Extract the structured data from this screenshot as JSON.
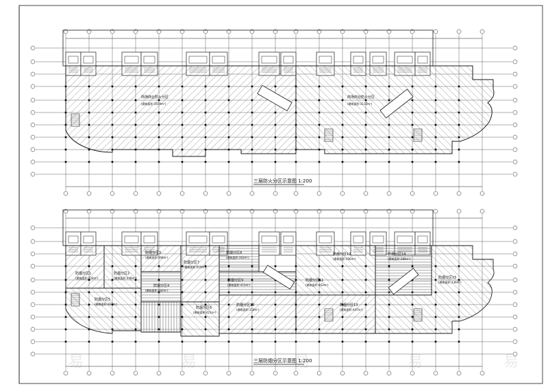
{
  "colors": {
    "line": "#1a1a1a",
    "hatch": "#6a6a6a",
    "column": "#000000",
    "background": "#ffffff",
    "watermark": "#d9d9d9"
  },
  "plan_top": {
    "title": "三层防火分区示意图 1:200",
    "zones": [
      {
        "name": "商场商业防火分区",
        "area": "(建筑面积:3659m²)"
      },
      {
        "name": "商场商业防火分区",
        "area": "(建筑面积:3116m²)"
      }
    ]
  },
  "plan_bottom": {
    "title": "三层防烟分区示意图 1:200",
    "zones": [
      {
        "name": "防烟分区1",
        "area": "(建筑面积:324m²)"
      },
      {
        "name": "防烟分区2",
        "area": "(建筑面积:448m²)"
      },
      {
        "name": "防烟分区3",
        "area": "(建筑面积:368m²)"
      },
      {
        "name": "防烟分区4",
        "area": "(建筑面积:482m²)"
      },
      {
        "name": "防烟分区5",
        "area": "(建筑面积:367m²)"
      },
      {
        "name": "防烟分区6",
        "area": "(建筑面积:421m²)"
      },
      {
        "name": "防烟分区7",
        "area": "(建筑面积:419m²)"
      },
      {
        "name": "防烟分区8",
        "area": "(建筑面积:362m²)"
      },
      {
        "name": "防烟分区9",
        "area": "(建筑面积:415m²)"
      },
      {
        "name": "防烟分区10",
        "area": "(建筑面积:318m²)"
      },
      {
        "name": "防烟分区11",
        "area": "(建筑面积:463m²)"
      },
      {
        "name": "防烟分区12",
        "area": "(建筑面积:396m²)"
      },
      {
        "name": "防烟分区13",
        "area": "(建筑面积:447m²)"
      },
      {
        "name": "防烟分区14",
        "area": "(建筑面积:388m²)"
      },
      {
        "name": "防烟分区15",
        "area": "(建筑面积:336m²)"
      }
    ]
  },
  "watermark": {
    "text": "易"
  }
}
